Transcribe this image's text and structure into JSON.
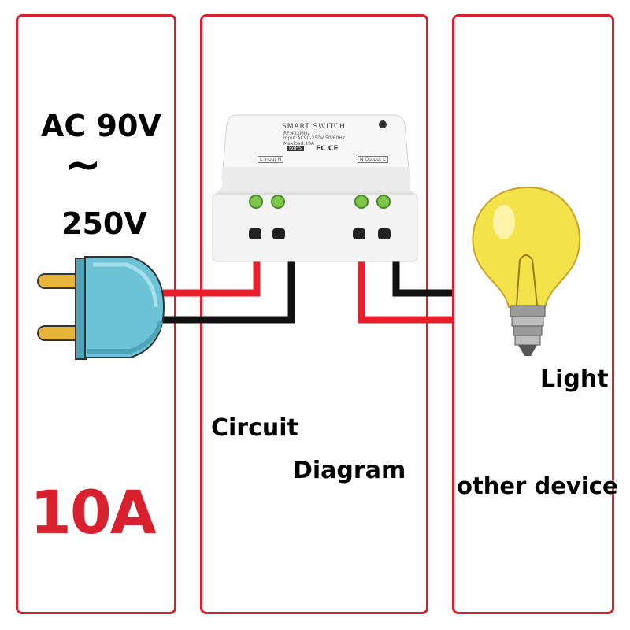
{
  "supply": {
    "voltage_top": "AC 90V",
    "tilde": "~",
    "voltage_bottom": "250V",
    "current": "10A"
  },
  "caption": {
    "line1": "Circuit",
    "line2": "Diagram"
  },
  "load": {
    "primary": "Light",
    "secondary": "other device"
  },
  "switch_label": {
    "title": "SMART SWITCH",
    "freq": "RF:433MHz",
    "input": "Input:AC90-250V  50/60Hz",
    "max": "Maxload:10A",
    "rohs": "RoHS",
    "fc": "FC CE",
    "input_terminal": "L  Input  N",
    "output_terminal": "N Output L"
  },
  "colors": {
    "panel_border": "#d8202e",
    "live_wire": "#e8202c",
    "neutral_wire": "#111111",
    "plug": "#6dc3d6",
    "plug_shadow": "#4fa3b8",
    "prongs": "#e7b43c",
    "bulb": "#f4e24a",
    "switch_body": "#f1f1f1",
    "terminal_screw": "#7ec64a"
  }
}
